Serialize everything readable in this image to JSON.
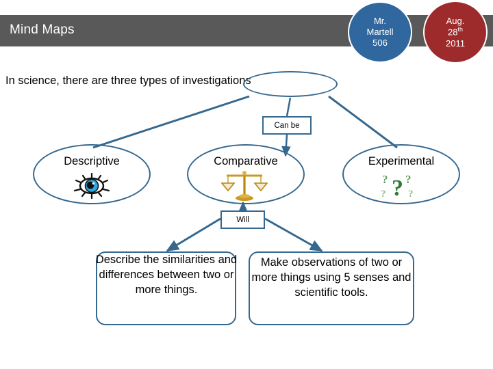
{
  "header": {
    "title": "Mind Maps",
    "bar_color": "#595959",
    "badges": [
      {
        "name": "teacher-badge",
        "color": "#31679F",
        "lines": [
          "Mr.",
          "Martell",
          "506"
        ]
      },
      {
        "name": "date-badge",
        "color": "#9E2B2B",
        "lines": [
          "Aug.",
          "28th",
          "2011"
        ],
        "day": "28",
        "ordinal": "th",
        "year": "2011",
        "month": "Aug."
      }
    ]
  },
  "diagram": {
    "accent_color": "#35688F",
    "intro": {
      "prefix": "In science, there are three types of ",
      "highlight": "investigations",
      "full": "In science, there are three types of investigations"
    },
    "connector_labels": {
      "can_be": "Can be",
      "will": "Will"
    },
    "types": [
      {
        "label": "Descriptive",
        "icon": "eye-icon"
      },
      {
        "label": "Comparative",
        "icon": "balance-scales-icon"
      },
      {
        "label": "Experimental",
        "icon": "question-marks-icon"
      }
    ],
    "definitions": [
      {
        "text": "Describe the similarities and differences between two or more things."
      },
      {
        "text": "Make observations of two or more things using 5 senses and scientific tools."
      }
    ]
  }
}
